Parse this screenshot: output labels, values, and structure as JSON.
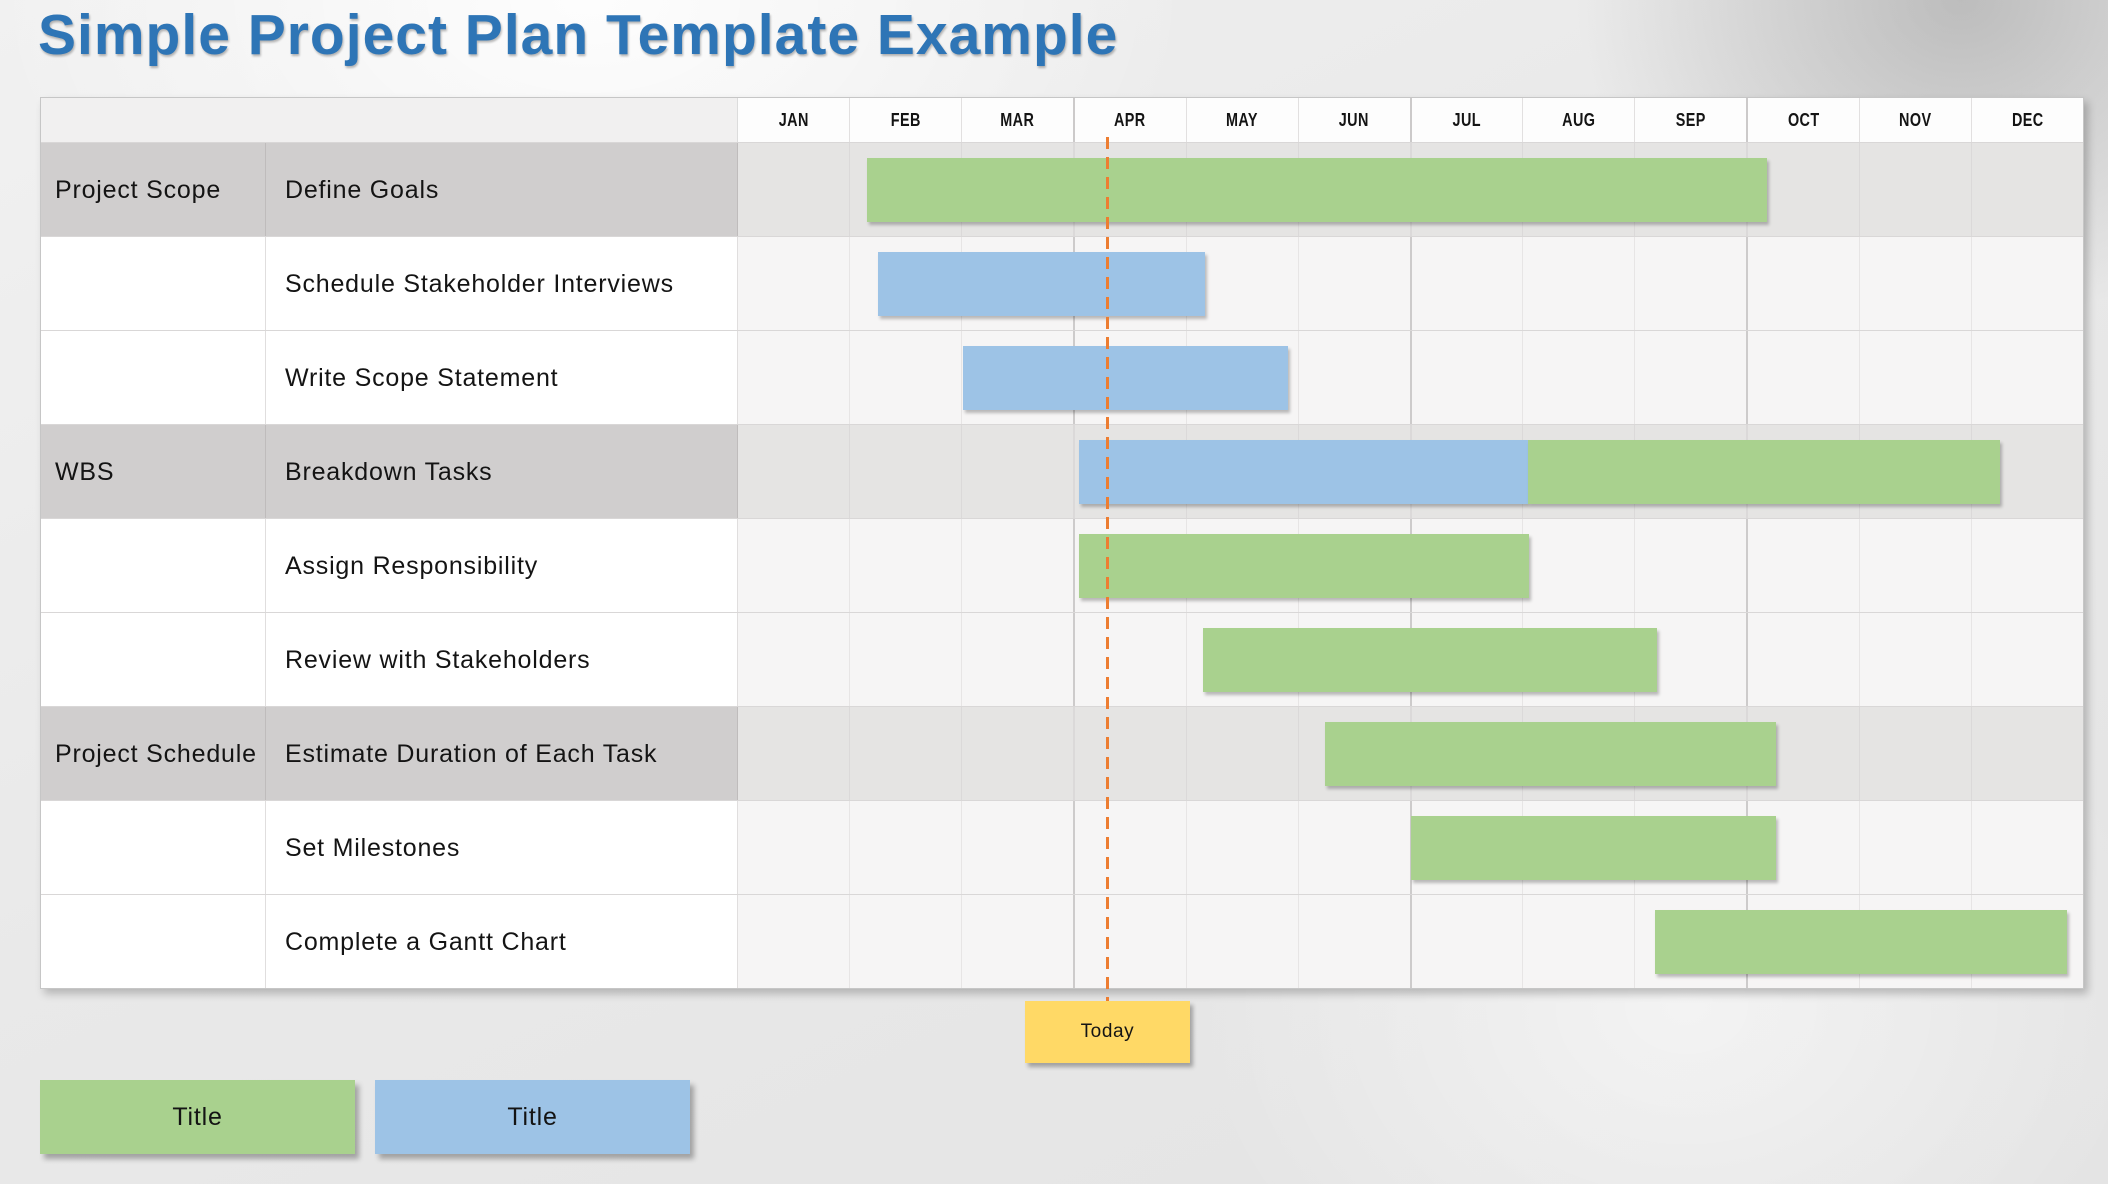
{
  "page": {
    "title": "Simple Project Plan Template Example"
  },
  "colors": {
    "title_text": "#2E75B6",
    "bar_green": "#A9D18E",
    "bar_blue": "#9DC3E6",
    "today_fill": "#FFD966",
    "today_line": "#ED7D31",
    "phase_row_fill": "#D0CECE"
  },
  "chart_data": {
    "type": "bar",
    "subtype": "gantt-timeline",
    "title": "Simple Project Plan Template Example",
    "x_axis": {
      "unit": "months",
      "tick_labels": [
        "JAN",
        "FEB",
        "MAR",
        "APR",
        "MAY",
        "JUN",
        "JUL",
        "AUG",
        "SEP",
        "OCT",
        "NOV",
        "DEC"
      ],
      "range_months": [
        0,
        12
      ],
      "gridlines": "monthly, heavier at quarter boundaries (APR, JUL, OCT)"
    },
    "legend_position": "bottom-left",
    "rows": [
      {
        "phase": "Project Scope",
        "task": "Define Goals",
        "phase_shaded": true,
        "bars": [
          {
            "start_month": 1.15,
            "end_month": 9.18,
            "color": "green"
          }
        ]
      },
      {
        "phase": "",
        "task": "Schedule Stakeholder Interviews",
        "phase_shaded": false,
        "bars": [
          {
            "start_month": 1.25,
            "end_month": 4.17,
            "color": "blue"
          }
        ]
      },
      {
        "phase": "",
        "task": "Write Scope Statement",
        "phase_shaded": false,
        "bars": [
          {
            "start_month": 2.01,
            "end_month": 4.91,
            "color": "blue"
          }
        ]
      },
      {
        "phase": "WBS",
        "task": "Breakdown Tasks",
        "phase_shaded": true,
        "bars": [
          {
            "start_month": 3.04,
            "end_month": 7.05,
            "color": "blue"
          },
          {
            "start_month": 7.05,
            "end_month": 11.26,
            "color": "green"
          }
        ]
      },
      {
        "phase": "",
        "task": "Assign Responsibility",
        "phase_shaded": false,
        "bars": [
          {
            "start_month": 3.04,
            "end_month": 7.06,
            "color": "green"
          }
        ]
      },
      {
        "phase": "",
        "task": "Review with Stakeholders",
        "phase_shaded": false,
        "bars": [
          {
            "start_month": 4.15,
            "end_month": 8.2,
            "color": "green"
          }
        ]
      },
      {
        "phase": "Project Schedule",
        "task": "Estimate Duration of Each Task",
        "phase_shaded": true,
        "bars": [
          {
            "start_month": 5.24,
            "end_month": 9.26,
            "color": "green"
          }
        ]
      },
      {
        "phase": "",
        "task": "Set Milestones",
        "phase_shaded": false,
        "bars": [
          {
            "start_month": 6.0,
            "end_month": 9.26,
            "color": "green"
          }
        ]
      },
      {
        "phase": "",
        "task": "Complete a Gantt Chart",
        "phase_shaded": false,
        "bars": [
          {
            "start_month": 8.18,
            "end_month": 11.86,
            "color": "green"
          }
        ]
      }
    ],
    "today_marker": {
      "label": "Today",
      "month": 3.3
    },
    "legend": [
      {
        "label": "Title",
        "color": "green"
      },
      {
        "label": "Title",
        "color": "blue"
      }
    ]
  }
}
